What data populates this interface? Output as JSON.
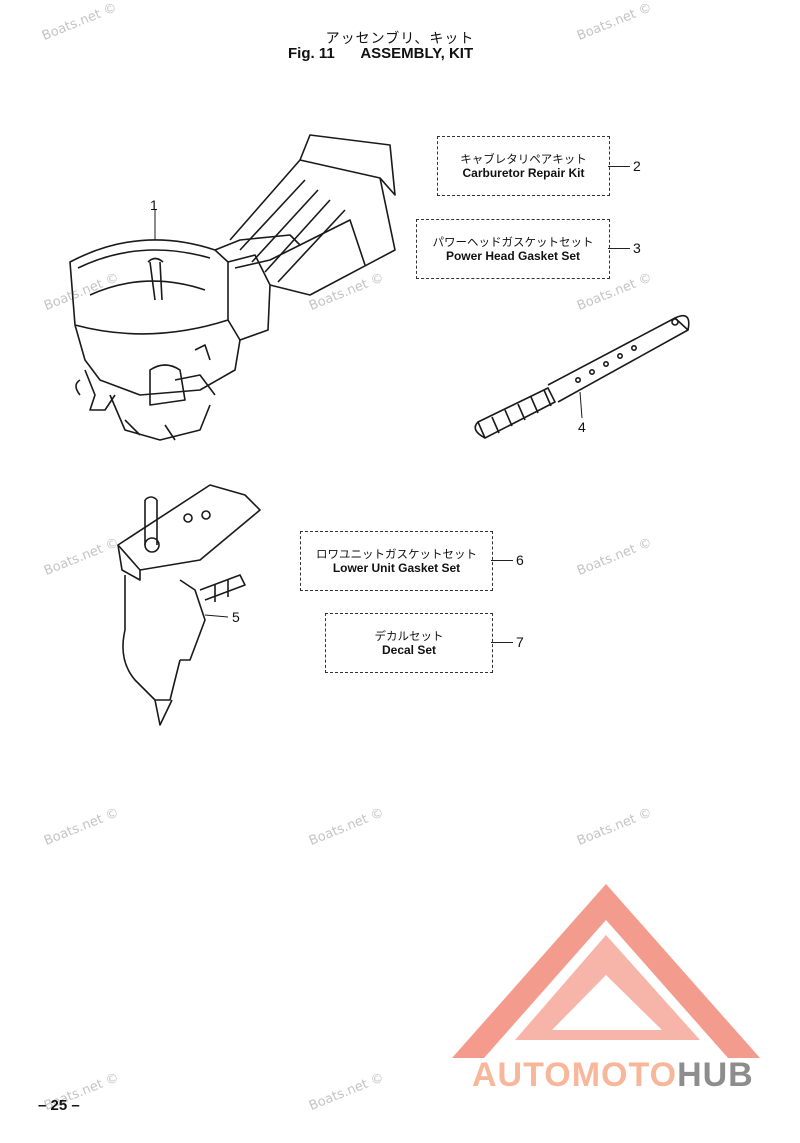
{
  "header": {
    "title_jp": "アッセンブリ、キット",
    "fig_label": "Fig. 11",
    "title_en": "ASSEMBLY, KIT"
  },
  "watermark": "Boats.net ©",
  "parts": {
    "p1": {
      "number": "1"
    },
    "p2": {
      "number": "2",
      "jp": "キャブレタリペアキット",
      "en": "Carburetor Repair Kit"
    },
    "p3": {
      "number": "3",
      "jp": "パワーヘッドガスケットセット",
      "en": "Power Head Gasket Set"
    },
    "p4": {
      "number": "4"
    },
    "p5": {
      "number": "5"
    },
    "p6": {
      "number": "6",
      "jp": "ロワユニットガスケットセット",
      "en": "Lower Unit Gasket Set"
    },
    "p7": {
      "number": "7",
      "jp": "デカルセット",
      "en": "Decal Set"
    }
  },
  "page_number": "– 25 –",
  "logo": {
    "auto_moto": "AUTOMOTO",
    "hub": "HUB",
    "accent": "#f28a7a",
    "grey": "#8d8d8d"
  }
}
